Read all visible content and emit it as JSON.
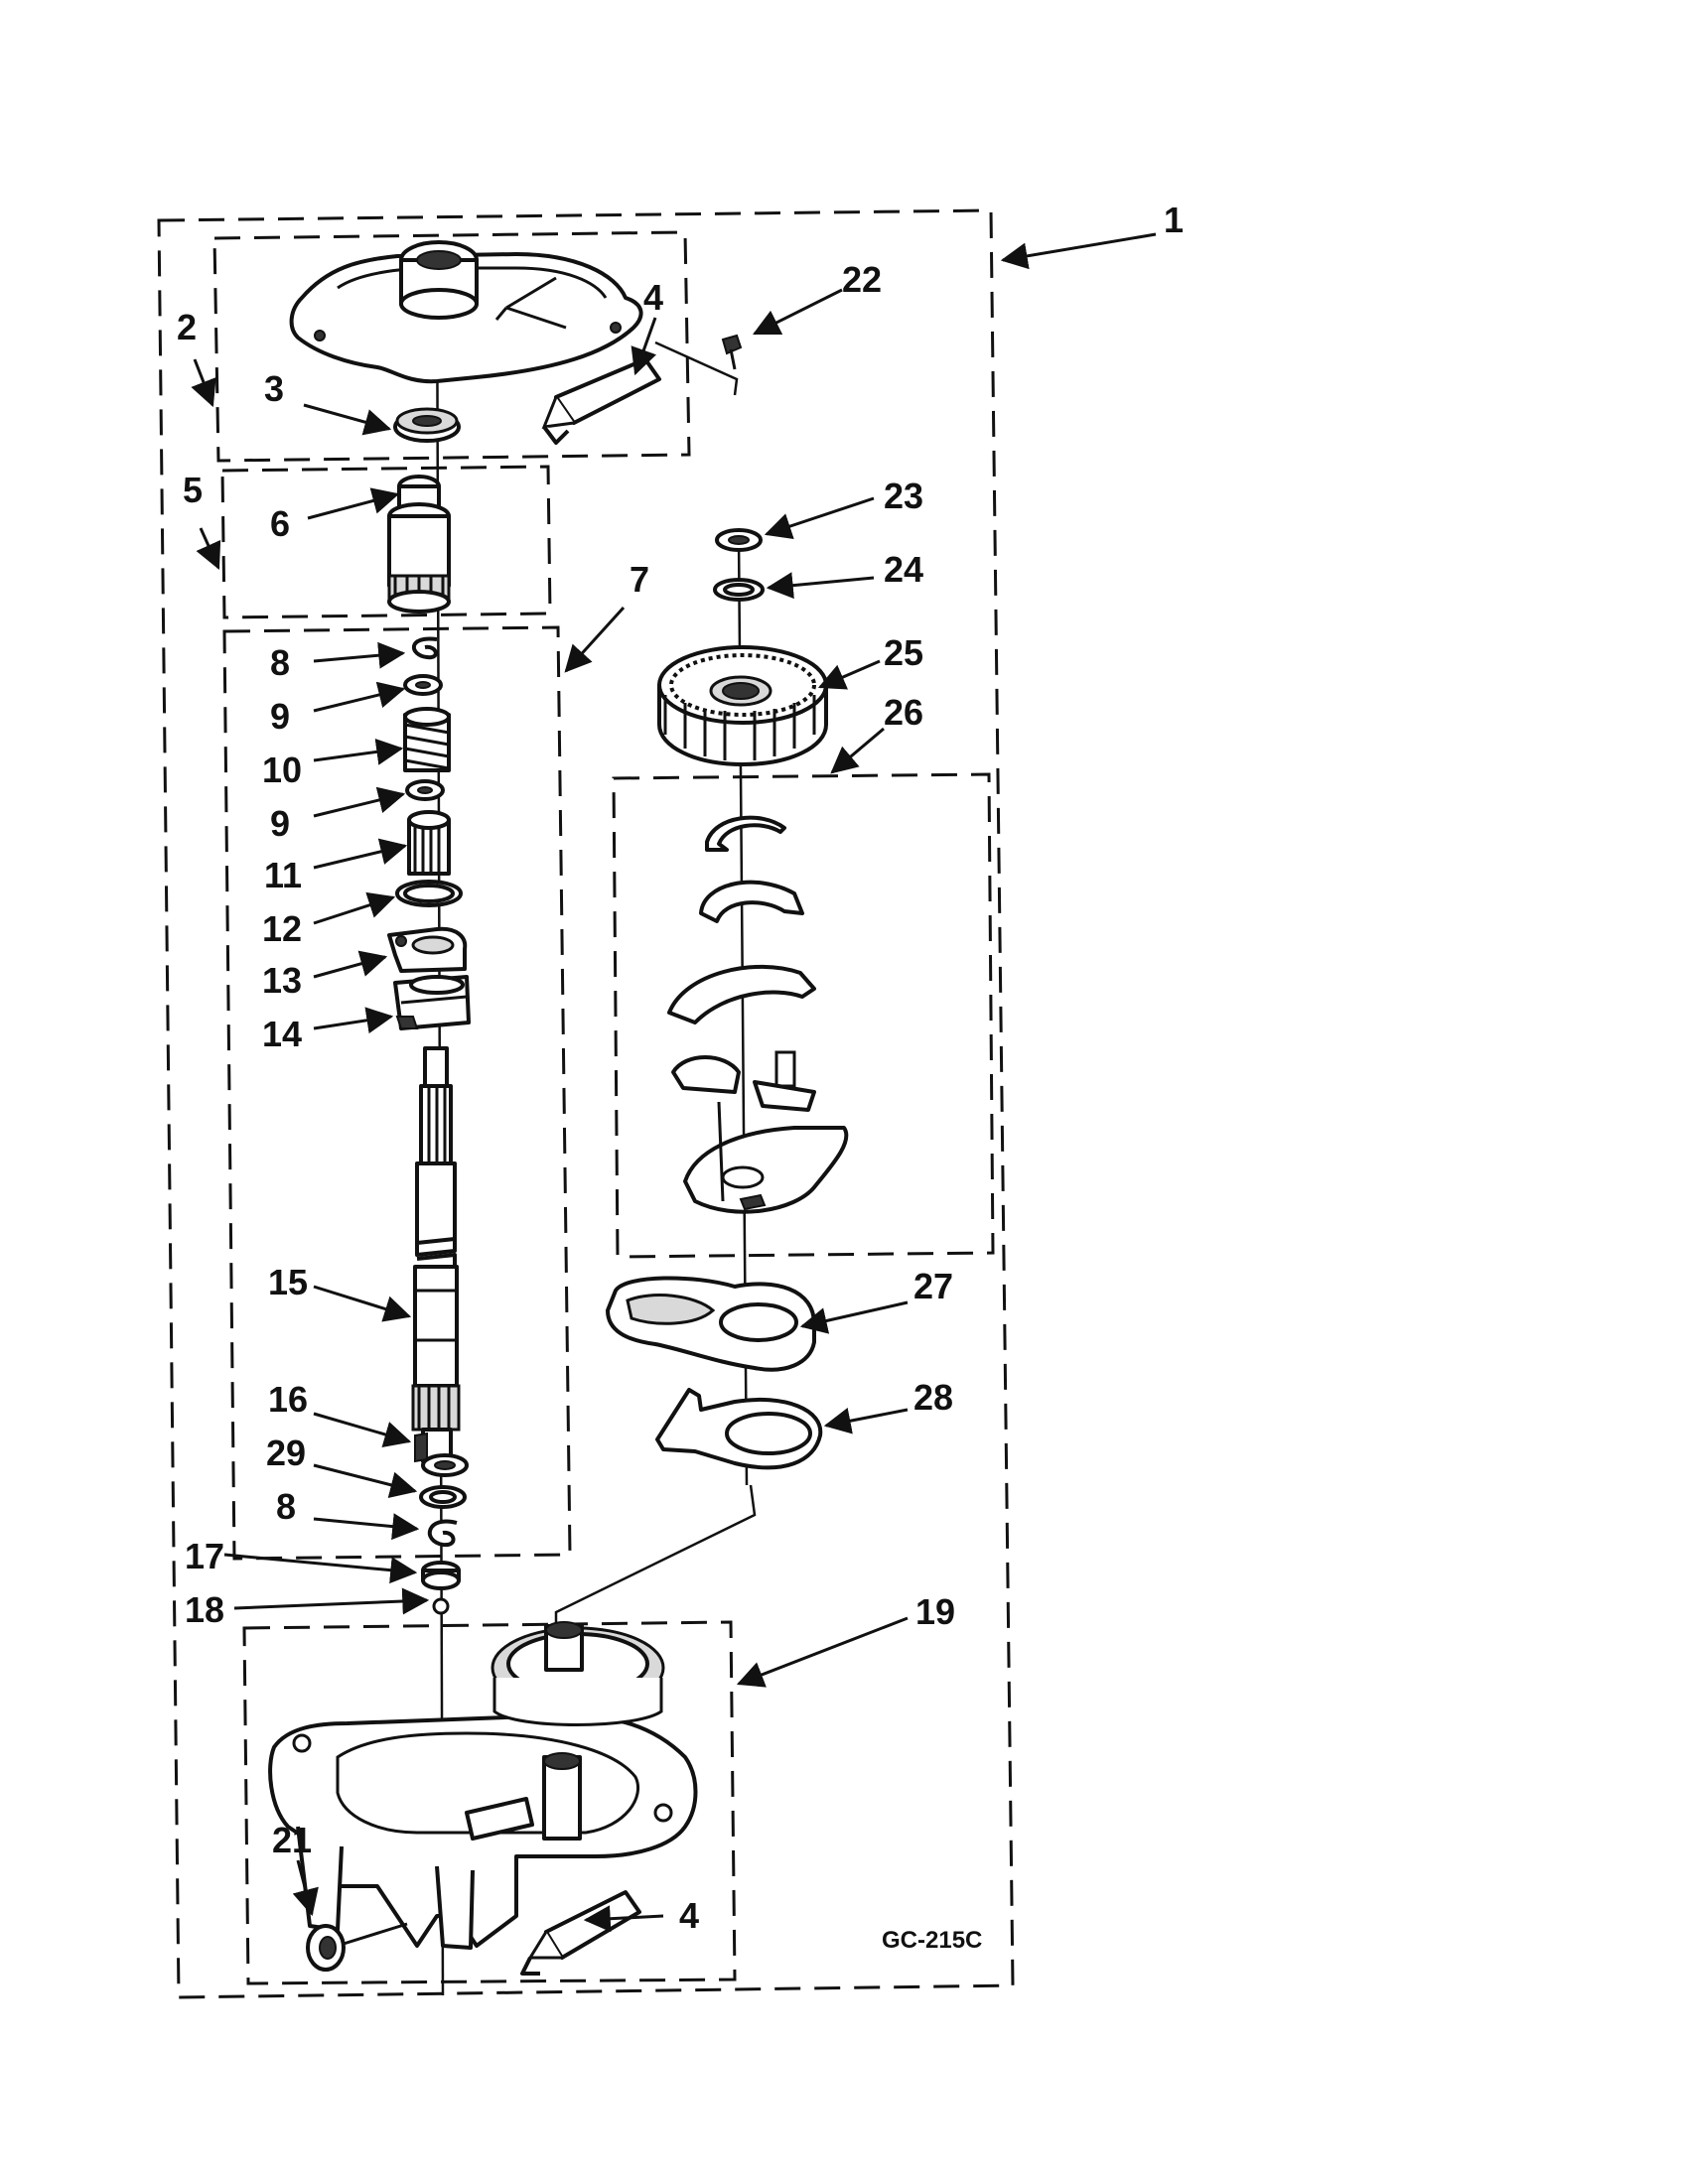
{
  "drawing_code": "GC-215C",
  "callouts": {
    "c1": "1",
    "c2": "2",
    "c3": "3",
    "c4a": "4",
    "c5": "5",
    "c6": "6",
    "c7": "7",
    "c8a": "8",
    "c9a": "9",
    "c10": "10",
    "c9b": "9",
    "c11": "11",
    "c12": "12",
    "c13": "13",
    "c14": "14",
    "c15": "15",
    "c16": "16",
    "c29": "29",
    "c8b": "8",
    "c17": "17",
    "c18": "18",
    "c19": "19",
    "c21": "21",
    "c4b": "4",
    "c22": "22",
    "c23": "23",
    "c24": "24",
    "c25": "25",
    "c26": "26",
    "c27": "27",
    "c28": "28"
  }
}
